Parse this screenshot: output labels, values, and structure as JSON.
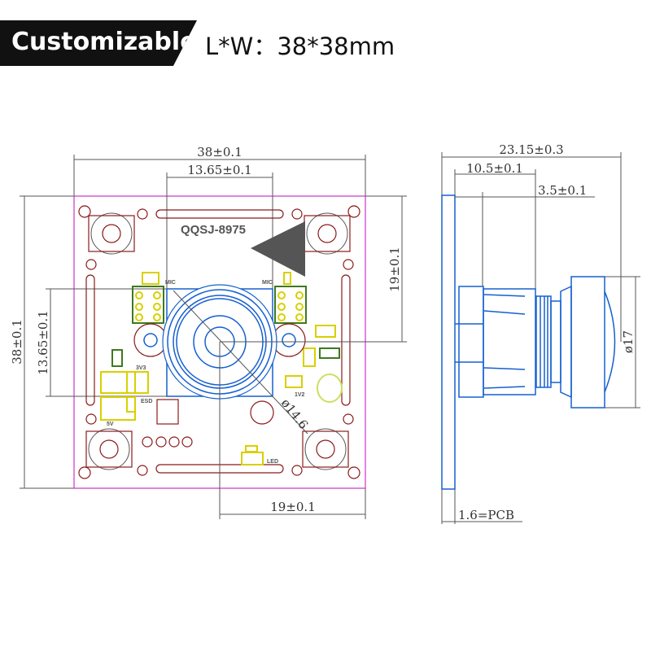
{
  "header": {
    "badge": "Customizable",
    "size_text": "L*W：38*38mm"
  },
  "front_view": {
    "model": "QQSJ-8975",
    "dimensions": {
      "width": "38±0.1",
      "height": "38±0.1",
      "sensor_width": "13.65±0.1",
      "sensor_height": "13.65±0.1",
      "center_y": "19±0.1",
      "center_x": "19±0.1",
      "lens_diameter": "ø14.6"
    },
    "labels": {
      "mic_left": "MIC",
      "mic_right": "MIC",
      "v33": "3V3",
      "esd": "ESD",
      "v5": "5V",
      "v12": "1V2",
      "led": "LED"
    }
  },
  "side_view": {
    "dimensions": {
      "total_length": "23.15±0.3",
      "holder": "10.5±0.1",
      "base": "3.5±0.1",
      "lens_diameter": "ø17",
      "pcb": "1.6=PCB"
    }
  },
  "colors": {
    "board_outline": "#cc33cc",
    "lens": "#1560d0",
    "pads": "#8b1a1a",
    "highlight": "#d8d000"
  }
}
